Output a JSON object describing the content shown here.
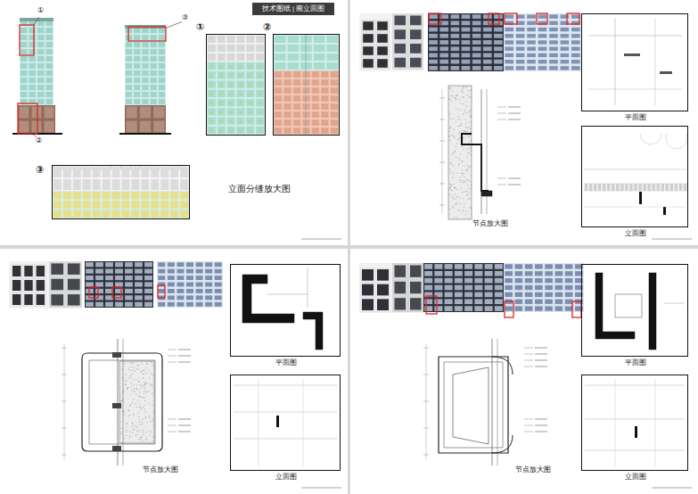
{
  "diagram": {
    "nodes": [
      {
        "text": [
          "技术图纸 | 南立面图"
        ]
      },
      {
        "text": [
          "①"
        ]
      },
      {
        "text": [
          "②"
        ]
      },
      {
        "text": [
          "③"
        ]
      },
      {
        "text": [
          "平面图"
        ]
      },
      {
        "text": [
          "立面图"
        ]
      },
      {
        "text": [
          "平面图"
        ]
      },
      {
        "text": [
          "立面图"
        ]
      },
      {
        "text": [
          "平面图"
        ]
      },
      {
        "text": [
          "立面图"
        ]
      }
    ],
    "labels": [
      "①",
      "②",
      "③",
      "立面分缝放大图",
      "节点放大图",
      "节点放大图",
      "节点放大图"
    ]
  }
}
